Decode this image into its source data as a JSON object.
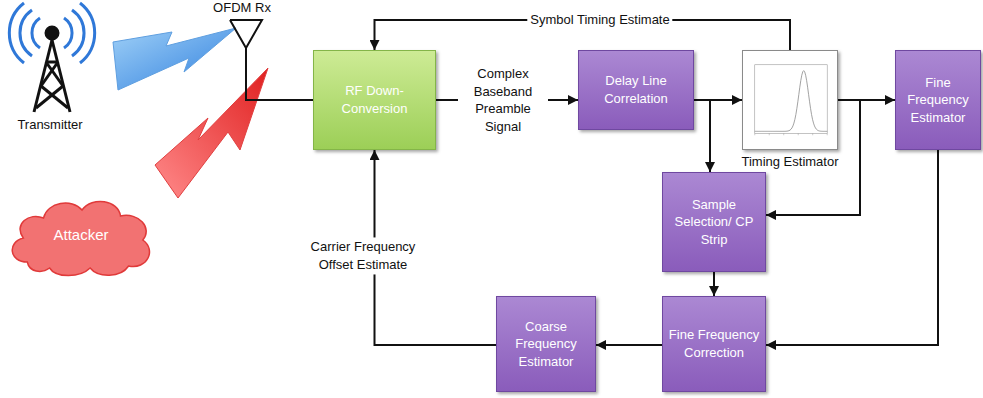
{
  "diagram": {
    "nodes": [
      {
        "text": [
          "Attacker"
        ]
      },
      {
        "text": [
          "RF Down-Conversion"
        ]
      },
      {
        "text": [
          "Delay Line Correlation"
        ]
      },
      {
        "text": [
          "Timing Estimator"
        ]
      },
      {
        "text": [
          "Fine Frequency Estimator"
        ]
      },
      {
        "text": [
          "Sample Selection/ CP Strip"
        ]
      },
      {
        "text": [
          "Coarse Frequency Estimator"
        ]
      },
      {
        "text": [
          "Fine Frequency Correction"
        ]
      }
    ],
    "edges": [
      {
        "from": 1,
        "to": 2,
        "label": "Complex Baseband Preamble Signal",
        "arrow": "to"
      },
      {
        "from": 2,
        "to": 3,
        "arrow": "to"
      },
      {
        "from": 2,
        "to": 5,
        "arrow": "to"
      },
      {
        "from": 3,
        "to": 4,
        "arrow": "to"
      },
      {
        "from": 3,
        "to": 5,
        "arrow": "to"
      },
      {
        "from": 3,
        "to": 1,
        "label": "Symbol Timing Estimate",
        "arrow": "to"
      },
      {
        "from": 4,
        "to": 7,
        "arrow": "to"
      },
      {
        "from": 5,
        "to": 7,
        "arrow": "to"
      },
      {
        "from": 7,
        "to": 6,
        "arrow": "to"
      },
      {
        "from": 6,
        "to": 1,
        "label": "Carrier Frequency Offset Estimate",
        "arrow": "to"
      }
    ],
    "labels": [
      "OFDM Rx",
      "Transmitter"
    ]
  }
}
